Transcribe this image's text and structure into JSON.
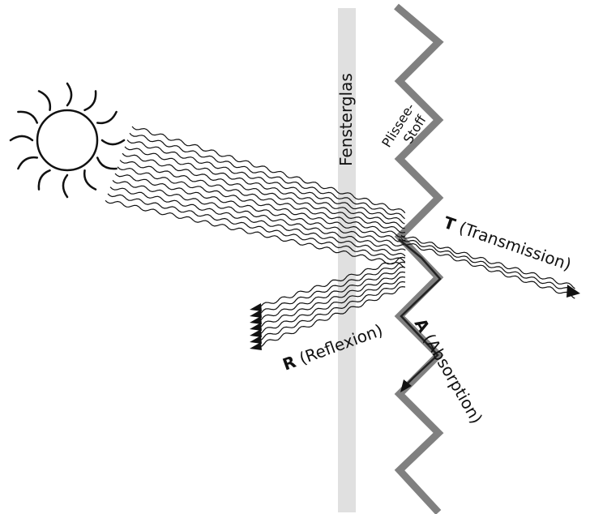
{
  "labels": {
    "glass": "Fensterglas",
    "fabric_line1": "Plissee-",
    "fabric_line2": "Stoff",
    "transmission_letter": "T",
    "transmission_text": " (Transmission)",
    "reflection_letter": "R",
    "reflection_text": " (Reflexion)",
    "absorption_letter": "A",
    "absorption_text": " (Absorption)"
  },
  "colors": {
    "glass": "#e0e0e0",
    "fabric": "#808080",
    "ray": "#111111",
    "background": "#ffffff"
  },
  "icons": {
    "sun": "sun-icon",
    "arrowheads": "arrowhead-icon"
  }
}
